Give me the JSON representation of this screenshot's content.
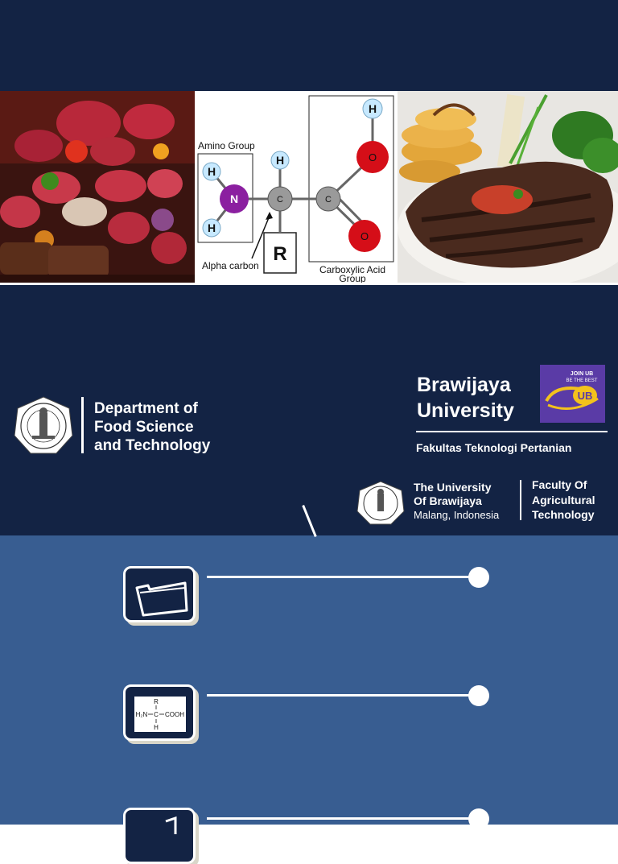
{
  "banner": {
    "molecule": {
      "amino_group_label": "Amino Group",
      "alpha_carbon_label": "Alpha carbon",
      "carboxyl_label_line1": "Carboxylic Acid",
      "carboxyl_label_line2": "Group",
      "atom_h": "H",
      "atom_n": "N",
      "atom_c": "C",
      "atom_o": "O",
      "side_chain": "R"
    }
  },
  "department": {
    "line1": "Department of",
    "line2": "Food Science",
    "line3": "and Technology"
  },
  "university": {
    "name_line1": "Brawijaya",
    "name_line2": "University",
    "faculty_id": "Fakultas Teknologi Pertanian",
    "badge_text_top": "JOIN UB",
    "badge_text_mid": "BE THE BEST",
    "badge_letters": "UB",
    "full_name_line1": "The University",
    "full_name_line2": "Of Brawijaya",
    "location": "Malang, Indonesia",
    "faculty_line1": "Faculty Of",
    "faculty_line2": "Agricultural",
    "faculty_line3": "Technology"
  },
  "agenda": {
    "formula": {
      "r": "R",
      "left": "H₂N",
      "c": "C",
      "right": "COOH",
      "h": "H"
    }
  },
  "colors": {
    "navy": "#132344",
    "steel_blue": "#385d91",
    "atom_purple": "#8b1fa0",
    "atom_red": "#d50e18",
    "atom_h": "#c7e9ff"
  }
}
